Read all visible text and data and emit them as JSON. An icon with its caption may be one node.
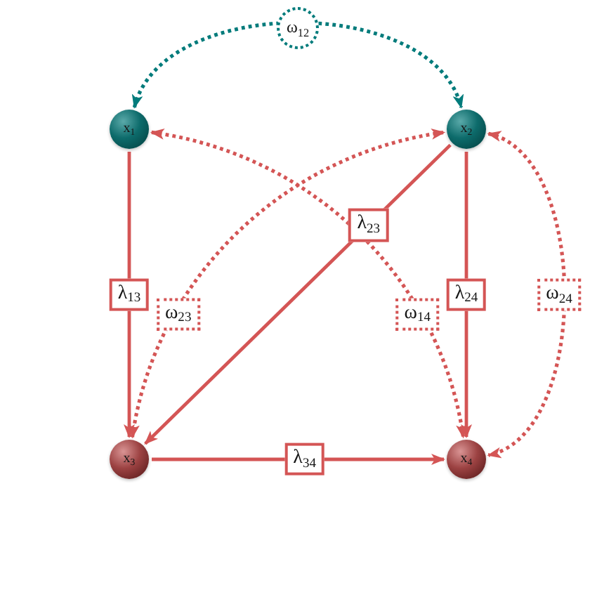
{
  "diagram": {
    "nodes": [
      {
        "text": [
          "x$_{1}$"
        ]
      },
      {
        "text": [
          "x$_{2}$"
        ]
      },
      {
        "text": [
          "x$_{3}$"
        ]
      },
      {
        "text": [
          "x$_{4}$"
        ]
      }
    ],
    "edges": [
      {
        "from": 0,
        "to": 1,
        "arrow": "both",
        "label": "ω$_{12}$",
        "style": "dashed",
        "color": "#007b7b"
      },
      {
        "from": 0,
        "to": 2,
        "arrow": "to",
        "label": "λ$_{13}$"
      },
      {
        "from": 1,
        "to": 2,
        "arrow": "to",
        "label": "λ$_{23}$"
      },
      {
        "from": 1,
        "to": 3,
        "arrow": "to",
        "label": "λ$_{24}$"
      },
      {
        "from": 2,
        "to": 3,
        "arrow": "to",
        "label": "λ$_{34}$"
      },
      {
        "from": 2,
        "to": 1,
        "arrow": "both",
        "label": "ω$_{23}$",
        "style": "dashed"
      },
      {
        "from": 0,
        "to": 3,
        "arrow": "both",
        "label": "ω$_{14}$",
        "style": "dashed"
      },
      {
        "from": 1,
        "to": 3,
        "arrow": "both",
        "label": "ω$_{24}$",
        "style": "dashed"
      }
    ]
  }
}
